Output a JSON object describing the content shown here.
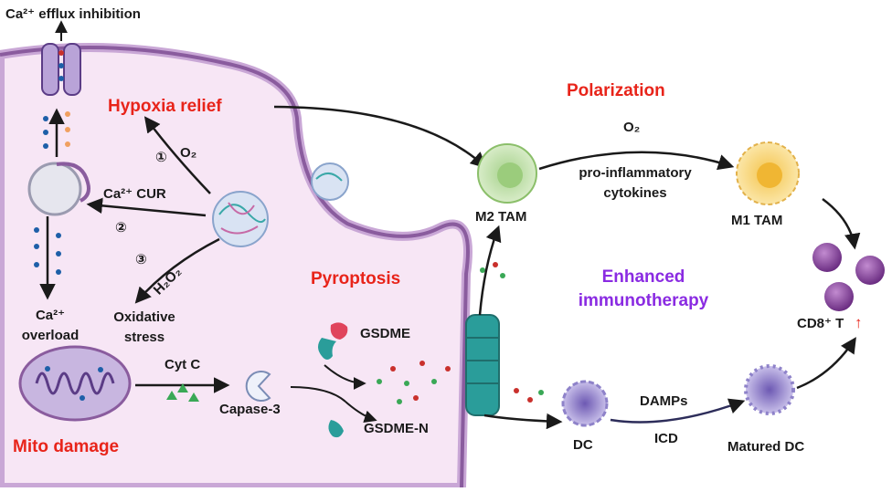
{
  "colors": {
    "cell_fill": "#f7e6f5",
    "membrane": "#8a5c9e",
    "membrane_inner": "#c9a7d6",
    "red_label": "#e8241a",
    "purple_label": "#8a2be2",
    "arrow": "#1a1a1a",
    "dot_blue": "#1d5fa8",
    "dot_orange": "#f0a060",
    "dot_green": "#3aa856",
    "dot_red": "#c9302c",
    "gsdme_pore": "#2a9d9a"
  },
  "labels": {
    "ca_efflux": "Ca²⁺ efflux inhibition",
    "hypoxia_relief": "Hypoxia relief",
    "step1": "①",
    "o2_left": "O₂",
    "ca_cur": "Ca²⁺ CUR",
    "step2": "②",
    "step3": "③",
    "h2o2": "H₂O₂",
    "ca_overload_1": "Ca²⁺",
    "ca_overload_2": "overload",
    "oxidative_1": "Oxidative",
    "oxidative_2": "stress",
    "mito_damage": "Mito damage",
    "cyt_c": "Cyt C",
    "capase": "Capase-3",
    "pyroptosis": "Pyroptosis",
    "gsdme": "GSDME",
    "gsdme_n": "GSDME-N",
    "polarization": "Polarization",
    "o2_right": "O₂",
    "pro_inflam_1": "pro-inflammatory",
    "pro_inflam_2": "cytokines",
    "m2_tam": "M2 TAM",
    "m1_tam": "M1 TAM",
    "enhanced_1": "Enhanced",
    "enhanced_2": "immunotherapy",
    "cd8": "CD8⁺ T",
    "cd8_arrow": "↑",
    "dc": "DC",
    "damps": "DAMPs",
    "icd": "ICD",
    "matured_dc": "Matured DC"
  }
}
